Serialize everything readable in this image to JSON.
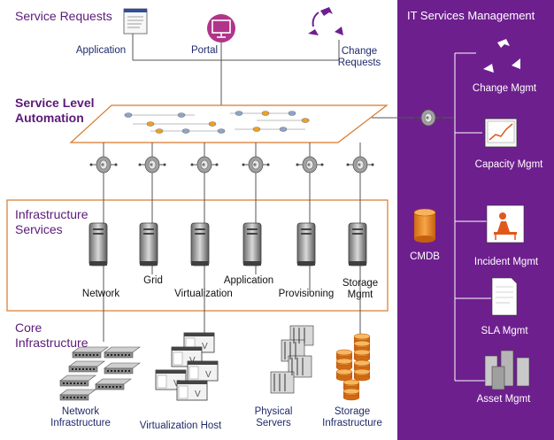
{
  "colors": {
    "purple": "#6e1f8e",
    "sidebar_bg": "#6e1f8e",
    "orange": "#d9782a",
    "dark_text": "#1f2a6b"
  },
  "service_requests": {
    "title": "Service Requests",
    "application": "Application",
    "portal": "Portal",
    "change_requests": "Change Requests"
  },
  "service_level_automation": {
    "title": "Service Level Automation"
  },
  "infrastructure_services": {
    "title": "Infrastructure Services",
    "items": [
      "Network",
      "Grid",
      "Virtualization",
      "Application",
      "Provisioning",
      "Storage Mgmt"
    ]
  },
  "core_infrastructure": {
    "title": "Core Infrastructure",
    "items": [
      "Network Infrastructure",
      "Virtualization Host",
      "Physical Servers",
      "Storage Infrastructure"
    ]
  },
  "it_services_management": {
    "title": "IT Services Management",
    "items": [
      "Change Mgmt",
      "Capacity Mgmt",
      "Incident Mgmt",
      "SLA Mgmt",
      "Asset Mgmt"
    ],
    "cmdb": "CMDB"
  },
  "icons": [
    "document-icon",
    "monitor-icon",
    "change-cycle-icon",
    "automation-grid-icon",
    "connector-icon",
    "server-icon",
    "switch-icon",
    "virtual-host-icon",
    "blade-servers-icon",
    "storage-disks-icon",
    "cmdb-database-icon",
    "chart-icon",
    "incident-person-icon",
    "sla-document-icon",
    "asset-servers-icon"
  ]
}
